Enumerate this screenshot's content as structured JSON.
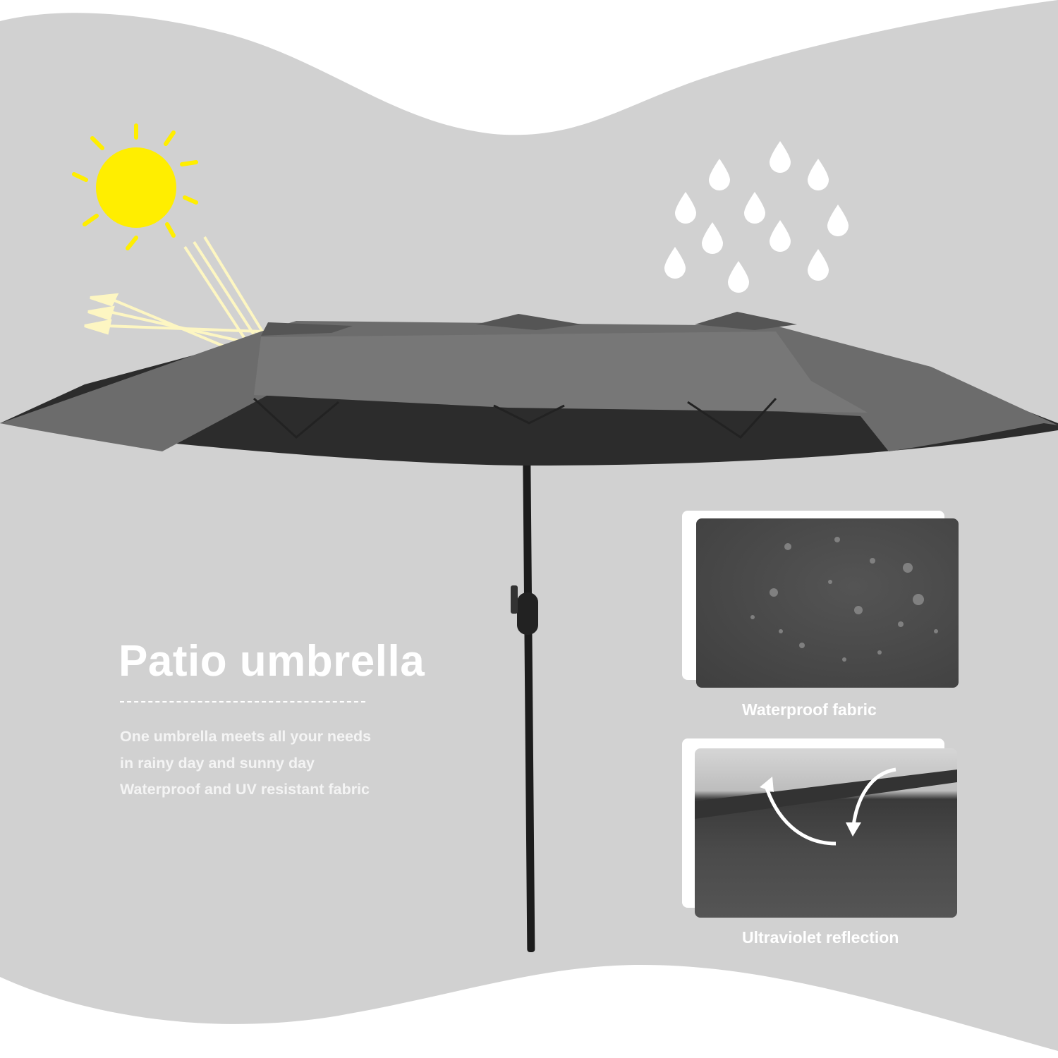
{
  "heading": "Patio umbrella",
  "description": [
    "One umbrella meets all your needs",
    "in rainy day and sunny day",
    "Waterproof and UV resistant fabric"
  ],
  "features": [
    {
      "caption": "Waterproof fabric",
      "icon": "water-droplets-icon"
    },
    {
      "caption": "Ultraviolet reflection",
      "icon": "reflection-arrows-icon"
    }
  ],
  "colors": {
    "background": "#d1d1d1",
    "sun": "#ffee00",
    "canopy": "#6b6b6b",
    "fabric": "#4a4a4a"
  }
}
